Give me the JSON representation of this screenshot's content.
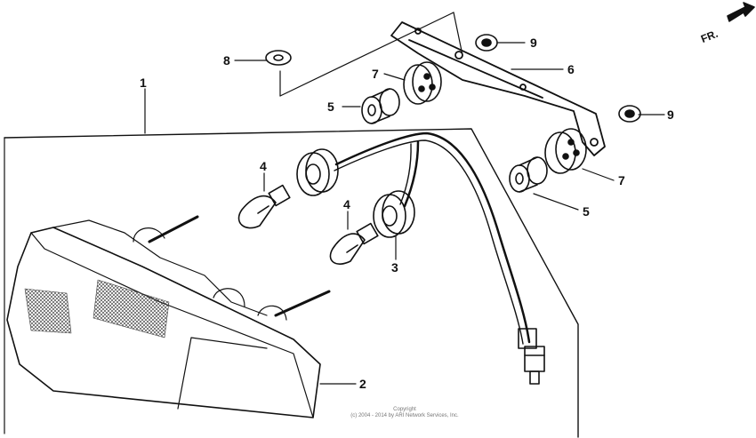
{
  "callouts": {
    "c1": "1",
    "c2": "2",
    "c3": "3",
    "c4a": "4",
    "c4b": "4",
    "c5a": "5",
    "c5b": "5",
    "c6": "6",
    "c7a": "7",
    "c7b": "7",
    "c8": "8",
    "c9a": "9",
    "c9b": "9"
  },
  "direction_label": "FR.",
  "copyright": {
    "line1": "Copyright",
    "line2": "(c) 2004 - 2014 by ARI Network Services, Inc."
  },
  "colors": {
    "ink": "#111111",
    "watermark": "#777777"
  }
}
